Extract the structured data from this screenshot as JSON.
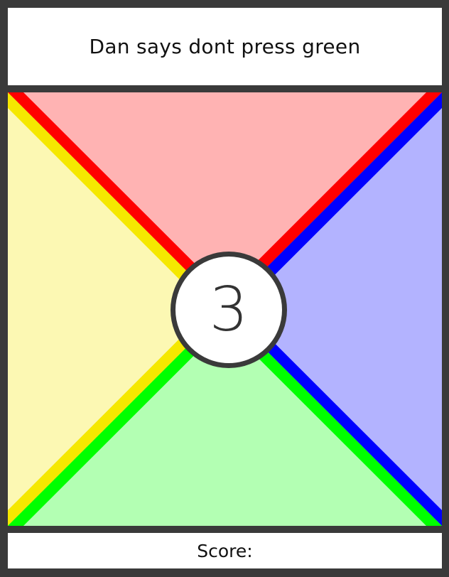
{
  "instruction": {
    "text": "Dan says dont press green"
  },
  "countdown": {
    "value": "3"
  },
  "score": {
    "label": "Score:"
  },
  "colors": {
    "frame": "#3a3a3a",
    "red_fill": "#ffb3b3",
    "red_edge": "#ff0000",
    "blue_fill": "#b3b3ff",
    "blue_edge": "#0000ff",
    "green_fill": "#b3ffb3",
    "green_edge": "#00ff00",
    "yellow_fill": "#fcf8b3",
    "yellow_edge": "#f5e800"
  },
  "buttons": [
    "red",
    "blue",
    "green",
    "yellow"
  ]
}
